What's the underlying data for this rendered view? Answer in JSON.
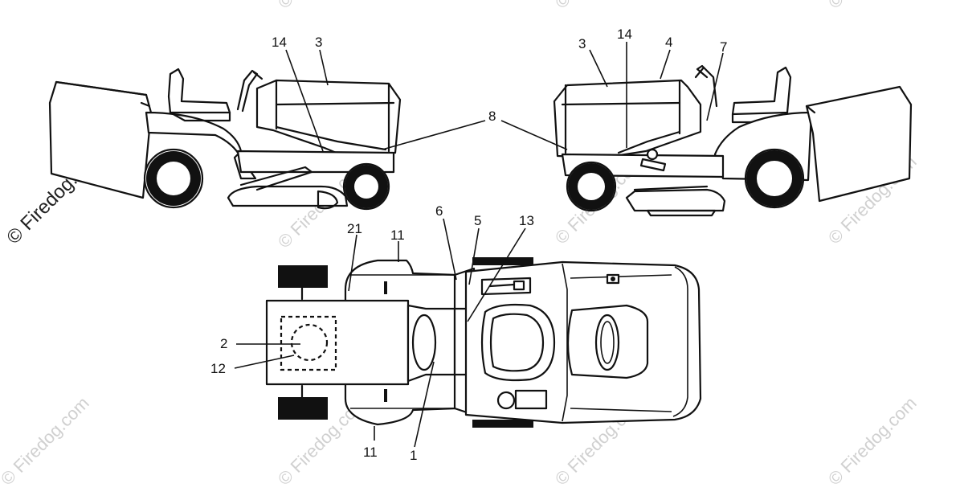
{
  "watermark": {
    "text": "© Firedog.com",
    "dark_text": "© Firedog.com"
  },
  "callouts": {
    "left_view": [
      "14",
      "3"
    ],
    "right_view": [
      "3",
      "14",
      "4",
      "7"
    ],
    "shared": [
      "8"
    ],
    "top_view": [
      "21",
      "11",
      "6",
      "5",
      "13",
      "2",
      "12",
      "11",
      "1"
    ]
  }
}
